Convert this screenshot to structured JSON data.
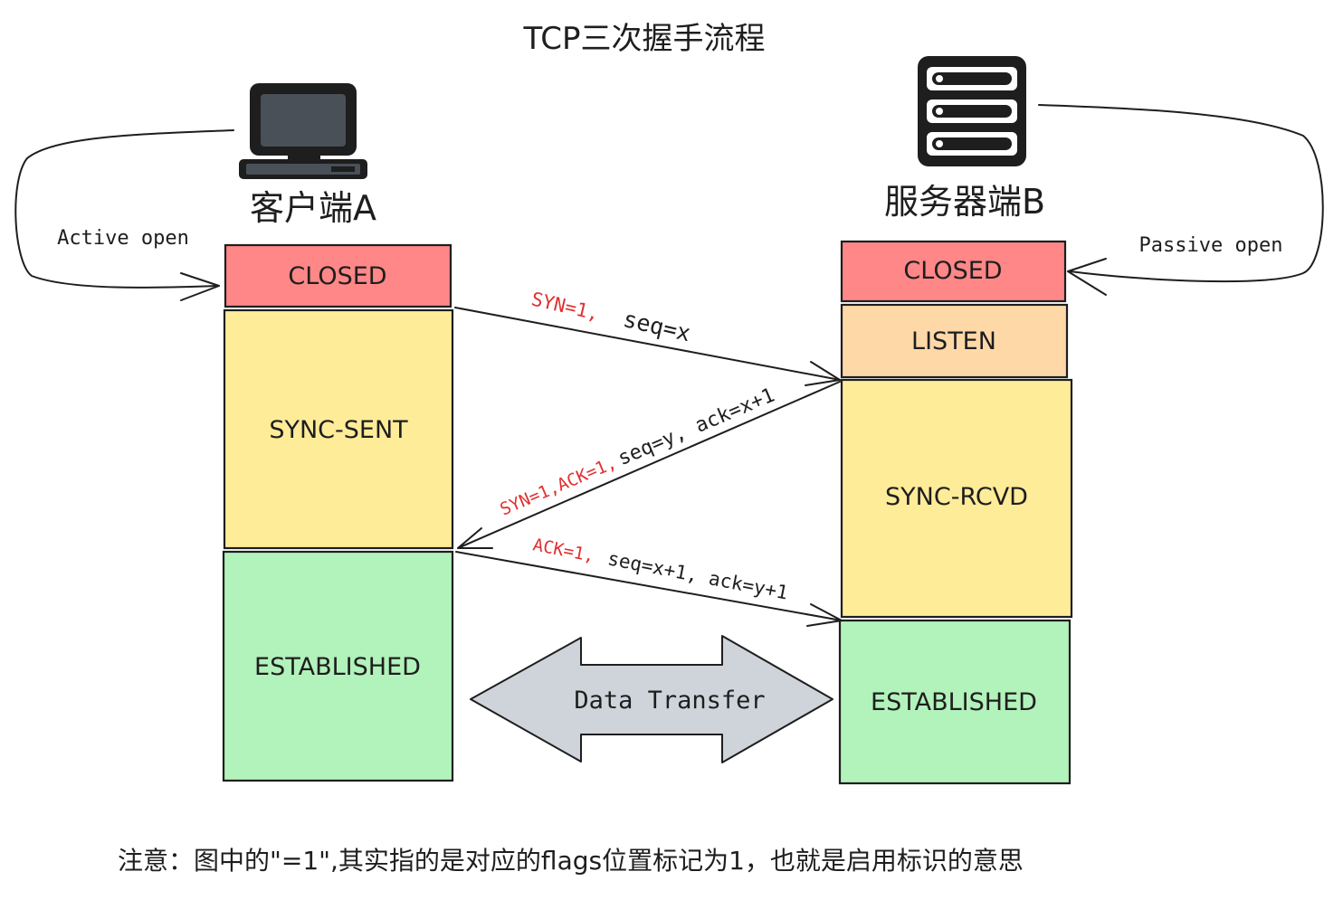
{
  "title": "TCP三次握手流程",
  "client": {
    "label": "客户端A",
    "icon": "computer-icon",
    "open_label": "Active open",
    "states": [
      "CLOSED",
      "SYNC-SENT",
      "ESTABLISHED"
    ]
  },
  "server": {
    "label": "服务器端B",
    "icon": "server-icon",
    "open_label": "Passive open",
    "states": [
      "CLOSED",
      "LISTEN",
      "SYNC-RCVD",
      "ESTABLISHED"
    ]
  },
  "messages": {
    "syn": {
      "flags": "SYN=1,",
      "fields": "seq=x"
    },
    "synack": {
      "flags": "SYN=1,ACK=1,",
      "fields": "seq=y, ack=x+1"
    },
    "ack": {
      "flags": "ACK=1,",
      "fields": "seq=x+1, ack=y+1"
    }
  },
  "data_transfer": "Data Transfer",
  "note": "注意：图中的\"=1\",其实指的是对应的flags位置标记为1，也就是启用标识的意思",
  "colors": {
    "closed": "#ff8787",
    "listen": "#ffd8a8",
    "sync": "#ffec99",
    "established": "#b2f2bb",
    "arrow_fill": "#ced4da",
    "flag_text": "#e03131"
  }
}
